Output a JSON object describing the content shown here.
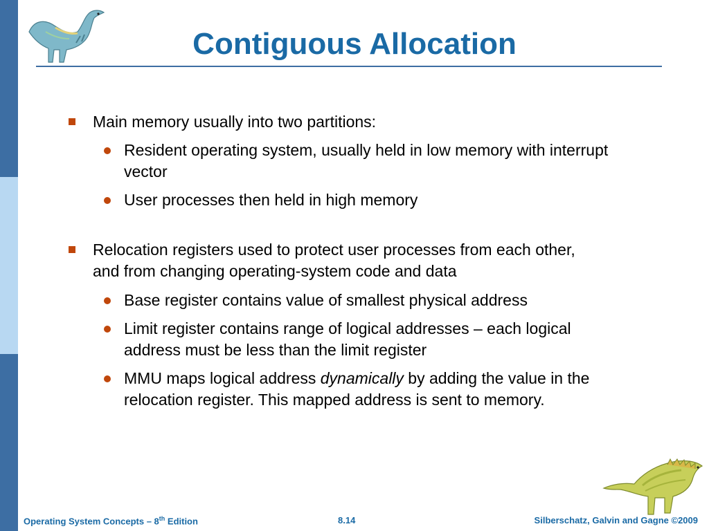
{
  "slide": {
    "title": "Contiguous Allocation",
    "bullets": [
      {
        "text": "Main memory usually into two partitions:",
        "subs": [
          {
            "text": "Resident operating system, usually held in low memory with interrupt vector"
          },
          {
            "text": "User processes then held in high memory"
          }
        ]
      },
      {
        "text": "Relocation registers used to protect user processes from each other, and from changing operating-system code and data",
        "subs": [
          {
            "text": "Base register contains value of smallest physical address"
          },
          {
            "text": "Limit register contains range of logical addresses – each logical address must be less than the limit register"
          },
          {
            "before": "MMU maps logical address ",
            "em": "dynamically",
            "after": " by adding the value in the relocation register. This mapped address is sent to memory."
          }
        ]
      }
    ]
  },
  "footer": {
    "left_main": "Operating System Concepts – 8",
    "left_sup": "th",
    "left_tail": " Edition",
    "center": "8.14",
    "right": "Silberschatz, Galvin and Gagne ©2009"
  },
  "colors": {
    "title": "#1a6aa5",
    "accent_bullet": "#c0470b",
    "sidebar_dark": "#3d6ea3",
    "sidebar_light": "#b8d8f2"
  },
  "icons": {
    "top_left": "dinosaur-icon",
    "bottom_right": "dinosaur-icon"
  }
}
